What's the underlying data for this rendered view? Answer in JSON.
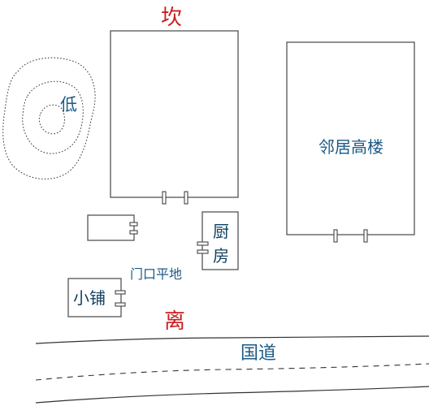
{
  "labels": {
    "kan": "坎",
    "li": "离",
    "low": "低",
    "neighbor_tall": "邻居高楼",
    "kitchen_line1": "厨",
    "kitchen_line2": "房",
    "door_flat": "门口平地",
    "small_shop": "小铺",
    "national_road": "国道"
  },
  "colors": {
    "direction_text": "#c81e1e",
    "label_text": "#1c5a86",
    "lines": "#555555"
  }
}
